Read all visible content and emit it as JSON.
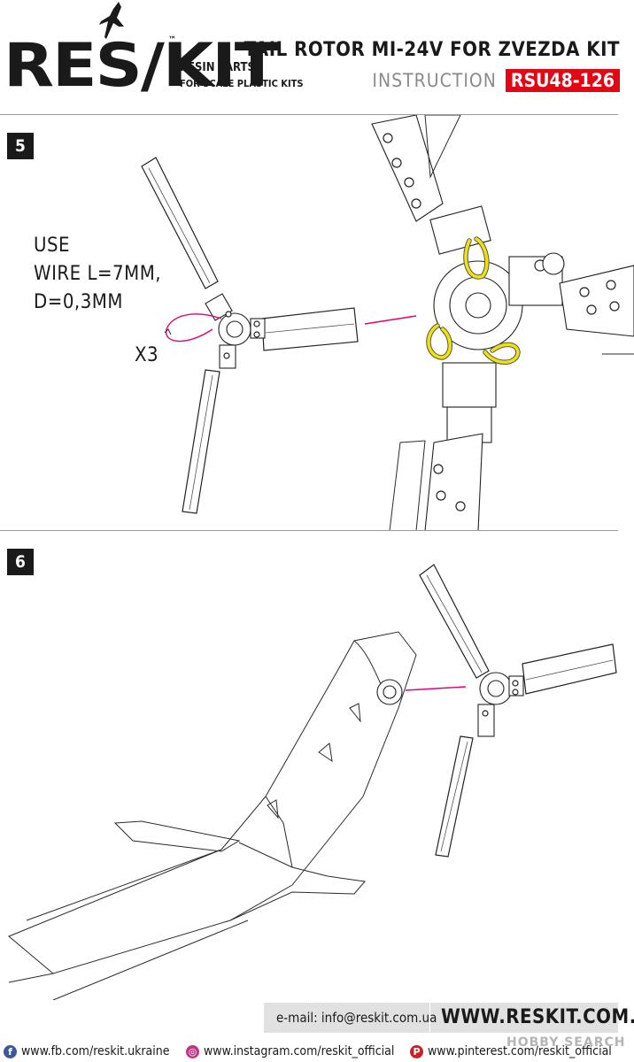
{
  "header": {
    "logo_text": "RES/KIT",
    "trademark": "™",
    "tagline_line1": "RESIN PARTS",
    "tagline_line2": "FOR SCALE PLASTIC KITS",
    "title": "TAIL ROTOR MI-24V FOR ZVEZDA KIT",
    "instruction_label": "INSTRUCTION",
    "product_code": "RSU48-126"
  },
  "step5": {
    "number": "5",
    "note_lines": [
      "USE",
      "WIRE L=7MM,",
      "D=0,3MM"
    ],
    "quantity": "X3"
  },
  "step6": {
    "number": "6"
  },
  "footer": {
    "email": "e-mail: info@reskit.com.ua",
    "website": "WWW.RESKIT.COM.UA",
    "facebook": "www.fb.com/reskit.ukraine",
    "instagram": "www.instagram.com/reskit_official",
    "pinterest": "www.pinterest.com/reskit_official",
    "watermark": "HOBBY SEARCH"
  },
  "colors": {
    "accent_red": "#e30613",
    "callout_pink": "#e0007a",
    "wire_yellow": "#f2e20a",
    "facebook_blue": "#3b5998",
    "instagram_purple": "#c13584",
    "pinterest_red": "#cb2027"
  },
  "icons": [
    "facebook-icon",
    "instagram-icon",
    "pinterest-icon"
  ]
}
